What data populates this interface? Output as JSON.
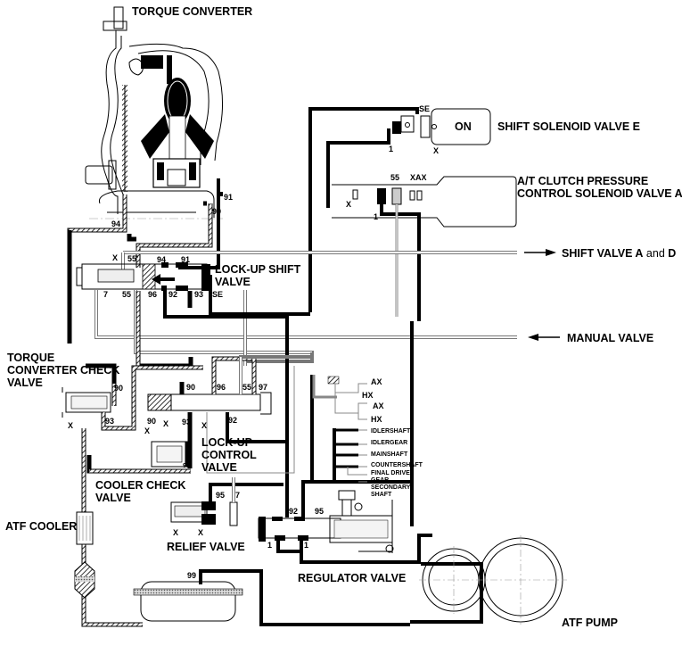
{
  "diagram": {
    "title": "ATF hydraulic circuit — lock-up (ON)",
    "components": {
      "torque_converter": "TORQUE CONVERTER",
      "shift_solenoid_e": "SHIFT SOLENOID VALVE E",
      "shift_solenoid_state": "ON",
      "clutch_pressure_solenoid_line1": "A/T CLUTCH PRESSURE",
      "clutch_pressure_solenoid_line2": "CONTROL SOLENOID VALVE A",
      "lockup_shift_valve_line1": "LOCK-UP SHIFT",
      "lockup_shift_valve_line2": "VALVE",
      "shift_valve_ad_prefix": "SHIFT VALVE ",
      "shift_valve_ad_a": "A",
      "shift_valve_ad_and": " and ",
      "shift_valve_ad_d": "D",
      "manual_valve": "MANUAL VALVE",
      "tc_check_valve_line1": "TORQUE",
      "tc_check_valve_line2": "CONVERTER CHECK",
      "tc_check_valve_line3": "VALVE",
      "lockup_control_valve_line1": "LOCK-UP",
      "lockup_control_valve_line2": "CONTROL",
      "lockup_control_valve_line3": "VALVE",
      "cooler_check_valve_line1": "COOLER CHECK",
      "cooler_check_valve_line2": "VALVE",
      "atf_cooler": "ATF COOLER",
      "relief_valve": "RELIEF VALVE",
      "regulator_valve": "REGULATOR VALVE",
      "atf_pump": "ATF PUMP"
    },
    "lubrication_points": [
      "IDLERSHAFT",
      "IDLERGEAR",
      "MAINSHAFT",
      "COUNTERSHAFT",
      "FINAL DRIVE",
      "GEAR",
      "SECONDARY",
      "SHAFT"
    ],
    "clutch_ports": [
      "AX",
      "HX",
      "AX",
      "HX"
    ],
    "port_labels": {
      "p91_tc": "91",
      "p90_tc": "90",
      "p94_tc": "94",
      "se_sol": "SE",
      "one_sol": "1",
      "x_sol": "X",
      "p55_sol": "55",
      "xax_sol": "XAX",
      "x_sol2": "X",
      "one_sol2": "1",
      "x_lus": "X",
      "p55p": "55'",
      "p94": "94",
      "p91": "91",
      "p7": "7",
      "p55": "55",
      "p96": "96",
      "p92": "92",
      "p93": "93",
      "se": "SE",
      "p90_tcc": "90",
      "p93_tcc": "93",
      "x_tcc": "X",
      "p90_luc": "90",
      "p96_luc": "96",
      "p55_luc": "55",
      "p97_luc": "97",
      "p90_luc2": "90",
      "x_luc": "X",
      "p93_luc": "93",
      "x_luc2": "X",
      "p92_luc": "92",
      "x_ccv": "X",
      "p93_ccv": "93",
      "p95_rv": "95",
      "p7_rv": "7",
      "x_rv1": "X",
      "x_rv2": "X",
      "p92_reg": "92",
      "p95_reg": "95",
      "one_reg1": "1",
      "one_reg2": "1",
      "p99": "99"
    }
  }
}
